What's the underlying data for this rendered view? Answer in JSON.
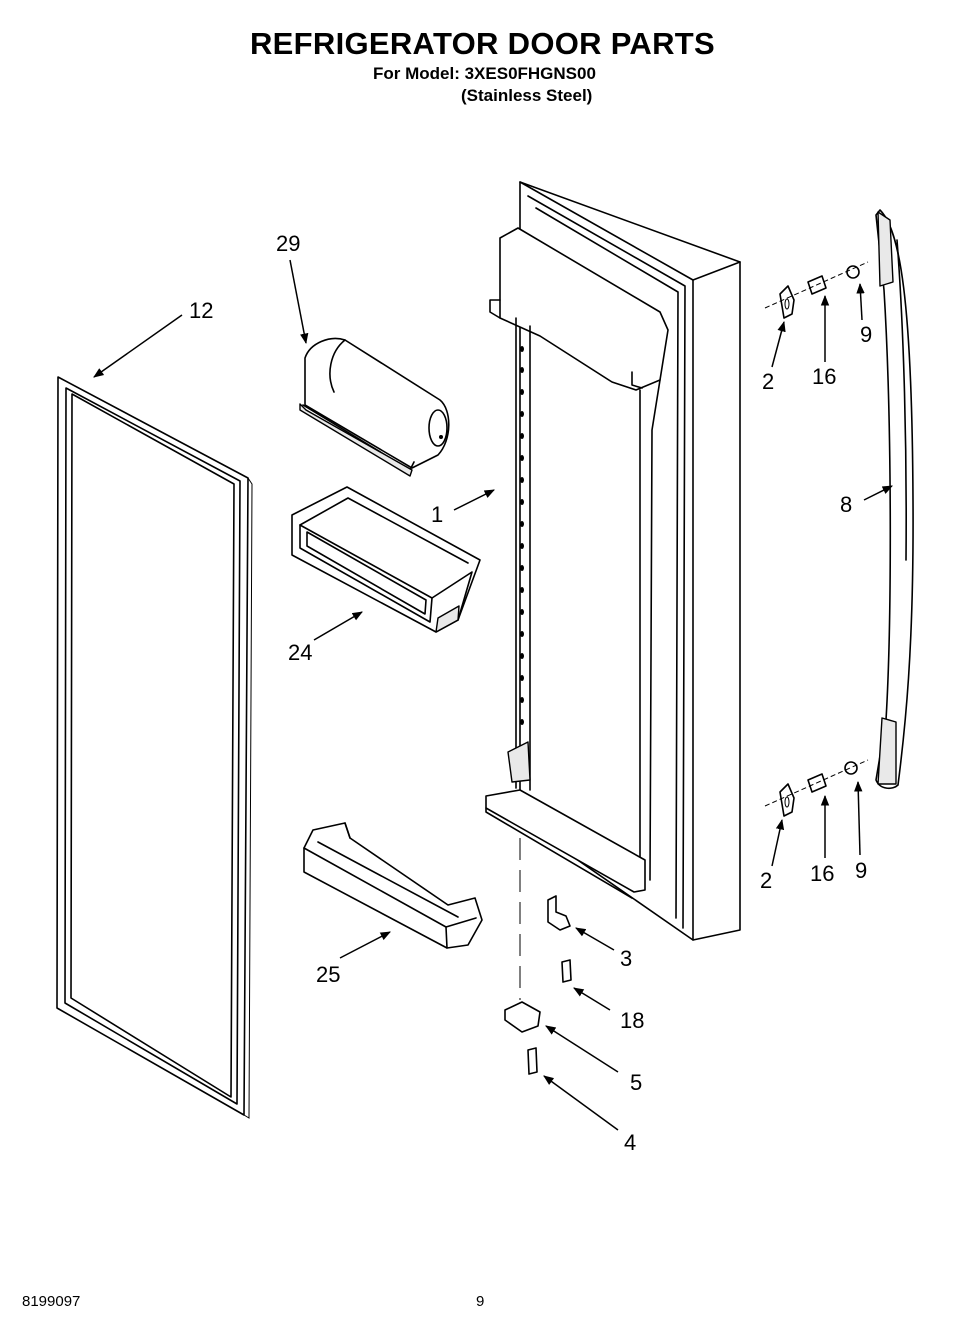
{
  "header": {
    "title": "REFRIGERATOR DOOR PARTS",
    "model_line": "For Model: 3XES0FHGNS00",
    "finish_line": "(Stainless Steel)"
  },
  "footer": {
    "doc_number": "8199097",
    "page_number": "9"
  },
  "callouts": {
    "c29": "29",
    "c12": "12",
    "c1": "1",
    "c24": "24",
    "c25": "25",
    "c2a": "2",
    "c16a": "16",
    "c9a": "9",
    "c8": "8",
    "c2b": "2",
    "c16b": "16",
    "c9b": "9",
    "c3": "3",
    "c18": "18",
    "c5": "5",
    "c4": "4"
  }
}
